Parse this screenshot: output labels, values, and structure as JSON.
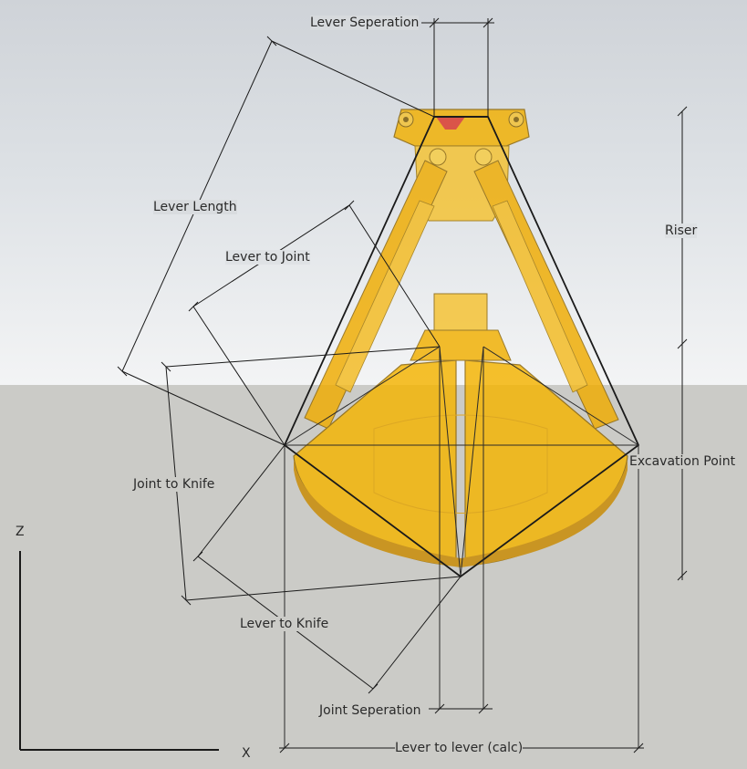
{
  "labels": {
    "lever_separation": "Lever Seperation",
    "lever_length": "Lever Length",
    "lever_to_joint": "Lever to Joint",
    "riser": "Riser",
    "excavation_point": "Excavation Point",
    "joint_to_knife": "Joint to Knife",
    "lever_to_knife": "Lever to Knife",
    "joint_separation": "Joint Seperation",
    "lever_to_lever": "Lever to lever (calc)"
  },
  "axes": {
    "z": "Z",
    "x": "X"
  },
  "colors": {
    "bucket": "#f5b400",
    "bucket_dark": "#c98a00",
    "ground": "#cbcbc7",
    "line": "#1a1a1a",
    "pivot_marker": "#d9302a"
  }
}
